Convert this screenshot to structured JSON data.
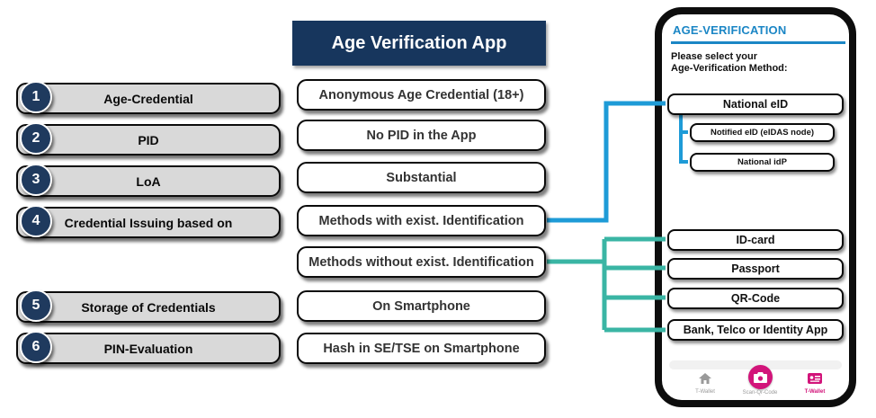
{
  "header": {
    "title": "Age Verification App"
  },
  "left_items": [
    {
      "num": "1",
      "label": "Age-Credential"
    },
    {
      "num": "2",
      "label": "PID"
    },
    {
      "num": "3",
      "label": "LoA"
    },
    {
      "num": "4",
      "label": "Credential Issuing based on"
    },
    {
      "num": "5",
      "label": "Storage of Credentials"
    },
    {
      "num": "6",
      "label": "PIN-Evaluation"
    }
  ],
  "middle_boxes": [
    "Anonymous Age Credential (18+)",
    "No PID in the App",
    "Substantial",
    "Methods with exist. Identification",
    "Methods without exist. Identification",
    "On Smartphone",
    "Hash in SE/TSE on Smartphone"
  ],
  "phone": {
    "heading": "AGE-VERIFICATION",
    "prompt_line1": "Please select your",
    "prompt_line2": "Age-Verification Method:",
    "methods": {
      "national_eid": "National eID",
      "notified_eid": "Notified eID (eIDAS node)",
      "national_idp": "National idP",
      "id_card": "ID-card",
      "passport": "Passport",
      "qr_code": "QR-Code",
      "bank_telco": "Bank, Telco or Identity App"
    },
    "nav": {
      "home_label": "T-Wallet",
      "scan_label": "Scan-Qr-Code",
      "wallet_label": "T-Wallet"
    }
  },
  "colors": {
    "navy": "#17365D",
    "circle_navy": "#1F3A5E",
    "accent_blue": "#1E9BD7",
    "heading_blue": "#1B86C5",
    "accent_teal": "#3AB5A4",
    "pink": "#D2147A",
    "bar_grey": "#D9D9D9"
  }
}
